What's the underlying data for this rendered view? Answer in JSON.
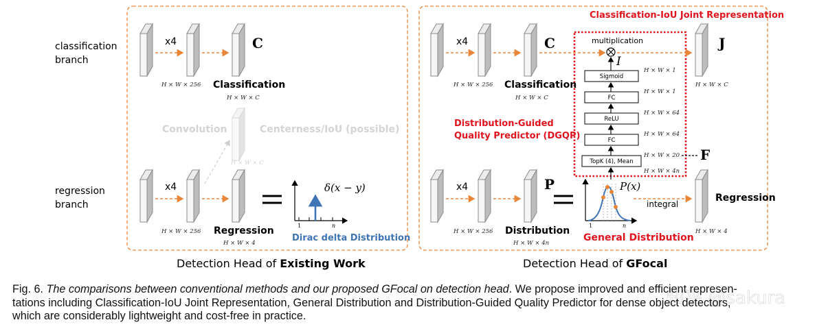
{
  "left_panel": {
    "title_prefix": "Detection Head of ",
    "title_bold": "Existing Work",
    "cls_branch_label": [
      "classification",
      "branch"
    ],
    "reg_branch_label": [
      "regression",
      "branch"
    ],
    "x4_top": "x4",
    "x4_bottom": "x4",
    "C_symbol": "C",
    "dim_hw256_top": "H × W × 256",
    "dim_hwc": "H × W × C",
    "classification_label": "Classification",
    "convolution_label": "Convolution",
    "centerness_label": "Centerness/IoU (possible)",
    "dim_hwc_faded": "H × W × C",
    "dim_hw256_bottom": "H × W × 256",
    "regression_label": "Regression",
    "dim_hw4": "H × W × 4",
    "delta_formula": "δ(x − y)",
    "axis_1": "1",
    "axis_n": "n",
    "dirac_label": "Dirac delta Distribution"
  },
  "right_panel": {
    "title_prefix": "Detection Head of ",
    "title_bold": "GFocal",
    "joint_rep_label": "Classification-IoU Joint Representation",
    "x4_top": "x4",
    "x4_bottom": "x4",
    "C_symbol": "C",
    "J_symbol": "J",
    "I_symbol": "I",
    "F_symbol": "F",
    "P_symbol": "P",
    "multiplication_label": "multiplication",
    "dim_hw256_top": "H × W × 256",
    "classification_label": "Classification",
    "dim_hwc": "H × W × C",
    "dim_hwc_right": "H × W × C",
    "dgqp_label": [
      "Distribution-Guided",
      "Quality Predictor (DGQP)"
    ],
    "dgqp_boxes": [
      "Sigmoid",
      "FC",
      "ReLU",
      "FC",
      "TopK (4), Mean"
    ],
    "dgqp_dims": [
      "H × W × 1",
      "H × W × 1",
      "H × W × 64",
      "H × W × 64",
      "H × W × 20",
      "H × W × 4n"
    ],
    "px_label": "P(x)",
    "integral_label": "integral",
    "regression_label": "Regression",
    "dim_hw256_bottom": "H × W × 256",
    "distribution_label": "Distribution",
    "dim_hw4n": "H × W × 4n",
    "general_dist_label": "General Distribution",
    "dim_hw4": "H × W × 4",
    "axis_1": "1",
    "axis_n": "n"
  },
  "caption": {
    "fig": "Fig. 6. ",
    "italic": "The comparisons between conventional methods and our proposed GFocal on detection head",
    "rest_line1": ". We propose improved and efficient represen-",
    "line2": "tations including Classification-IoU Joint Representation, General Distribution and Distribution-Guided Quality Predictor for dense object detectors,",
    "line3": "which are considerably lightweight and cost-free in practice."
  },
  "watermark": "知乎 @sakura",
  "colors": {
    "orange": "#e8863a",
    "red": "#e0141e",
    "blue": "#3f74b5",
    "faded": "#d4d4d4"
  }
}
